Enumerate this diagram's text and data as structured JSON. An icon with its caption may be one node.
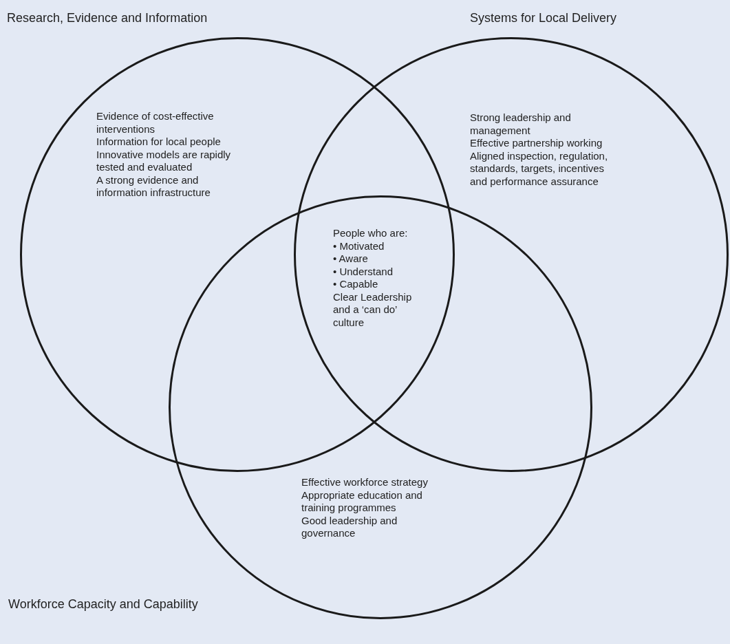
{
  "diagram": {
    "nodes": [
      {
        "text": [
          "Research, Evidence and Information",
          "Evidence of cost-effective interventions",
          "Information for local people",
          "Innovative models are rapidly tested and evaluated",
          "A strong evidence and information infrastructure"
        ]
      },
      {
        "text": [
          "Systems for Local Delivery",
          "Strong leadership and management",
          "Effective partnership working",
          "Aligned inspection, regulation, standards, targets, incentives and performance assurance"
        ]
      },
      {
        "text": [
          "Workforce Capacity and Capability",
          "Effective workforce strategy",
          "Appropriate education and training programmes",
          "Good leadership and governance"
        ]
      }
    ],
    "labels": [
      "People who are:",
      "• Motivated",
      "• Aware",
      "• Understand",
      "• Capable",
      "Clear Leadership and a ‘can do’ culture"
    ]
  }
}
